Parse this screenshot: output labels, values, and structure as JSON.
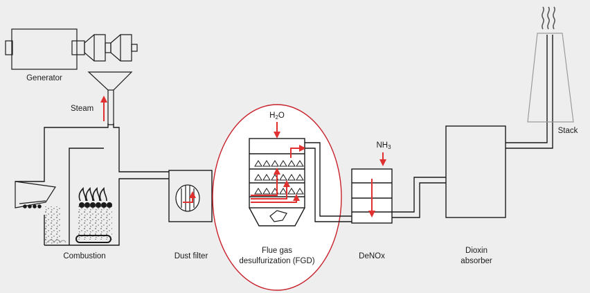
{
  "labels": {
    "generator": "Generator",
    "steam": "Steam",
    "combustion": "Combustion",
    "dust_filter": "Dust filter",
    "fgd_line1": "Flue gas",
    "fgd_line2": "desulfurization (FGD)",
    "denox": "DeNOx",
    "dioxin_line1": "Dioxin",
    "dioxin_line2": "absorber",
    "stack": "Stack",
    "h2o_main": "H",
    "h2o_sub": "2",
    "h2o_tail": "O",
    "nh3_main": "NH",
    "nh3_sub": "3"
  },
  "colors": {
    "background": "#eeeeee",
    "line": "#1a1a1a",
    "flow_arrow": "#e03030",
    "highlight_ring": "#c8202a",
    "stack_outline": "#9a9a9a",
    "ash": "#8a8a8a"
  },
  "icons": {
    "flame": "flame-icon",
    "smoke": "smoke-icon",
    "cone": "cone-icon"
  }
}
